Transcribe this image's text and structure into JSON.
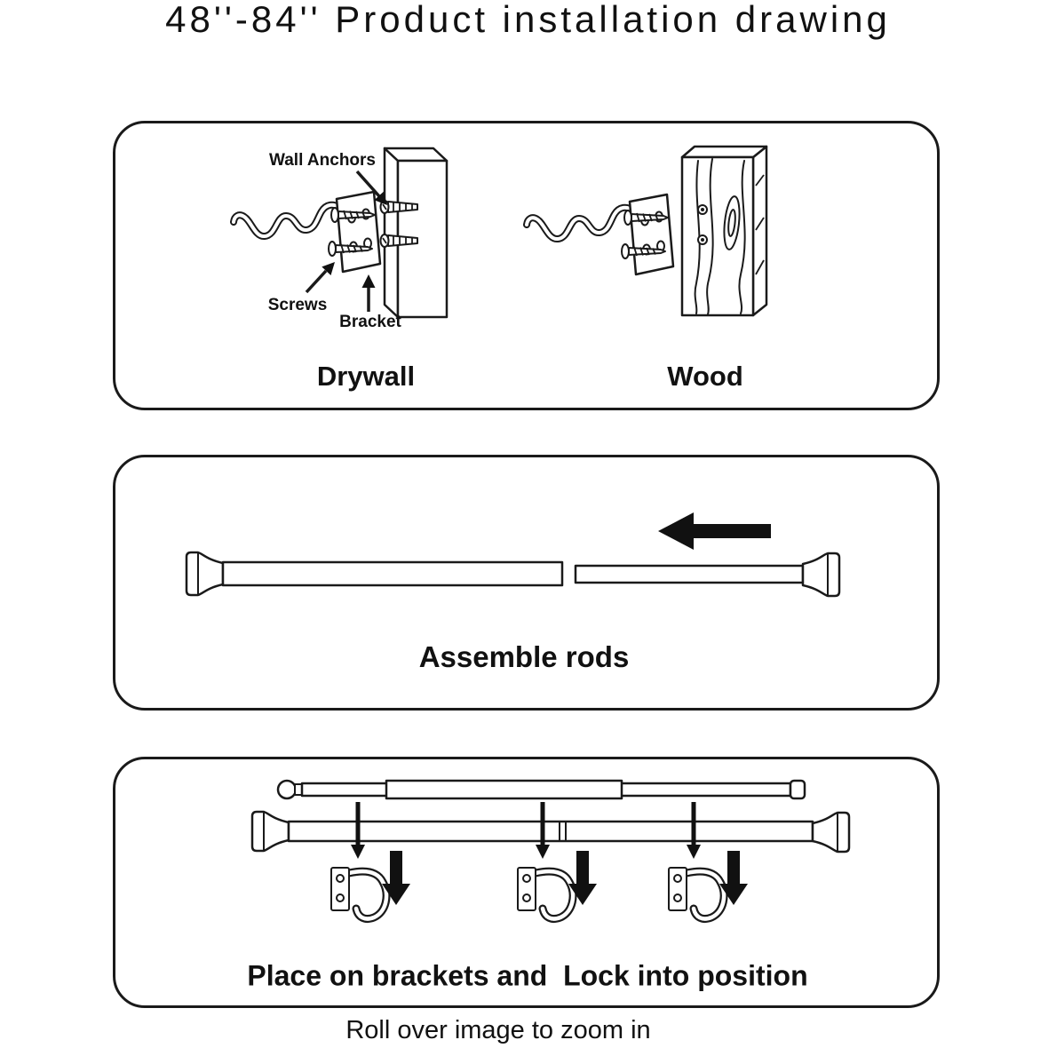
{
  "title": "48''-84'' Product installation drawing",
  "footer": "Roll over image to zoom in",
  "step1": {
    "labels": {
      "wall_anchors": "Wall Anchors",
      "screws": "Screws",
      "bracket": "Bracket"
    },
    "caption_left": "Drywall",
    "caption_right": "Wood"
  },
  "step2": {
    "caption": "Assemble rods"
  },
  "step3": {
    "caption": "Place on brackets and  Lock into position"
  },
  "colors": {
    "ink": "#111111",
    "line": "#1a1a1a",
    "background": "#ffffff"
  }
}
